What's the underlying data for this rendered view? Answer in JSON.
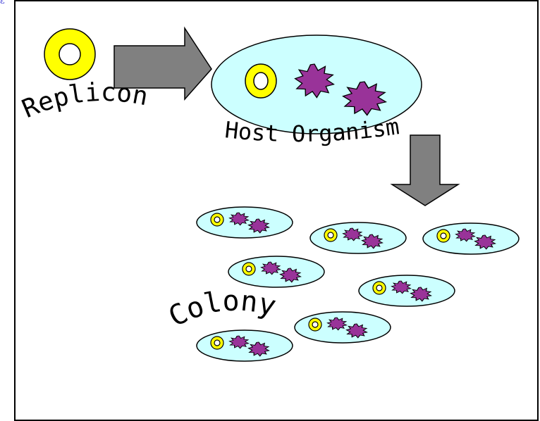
{
  "corner_mark": "ɛ",
  "labels": {
    "replicon": "Replicon",
    "host_organism": "Host Organism",
    "colony": "Colony"
  },
  "colors": {
    "ring": "#ffff00",
    "cell_fill": "#ccffff",
    "plasmid_star": "#993399",
    "arrow": "#808080",
    "outline": "#000000"
  }
}
